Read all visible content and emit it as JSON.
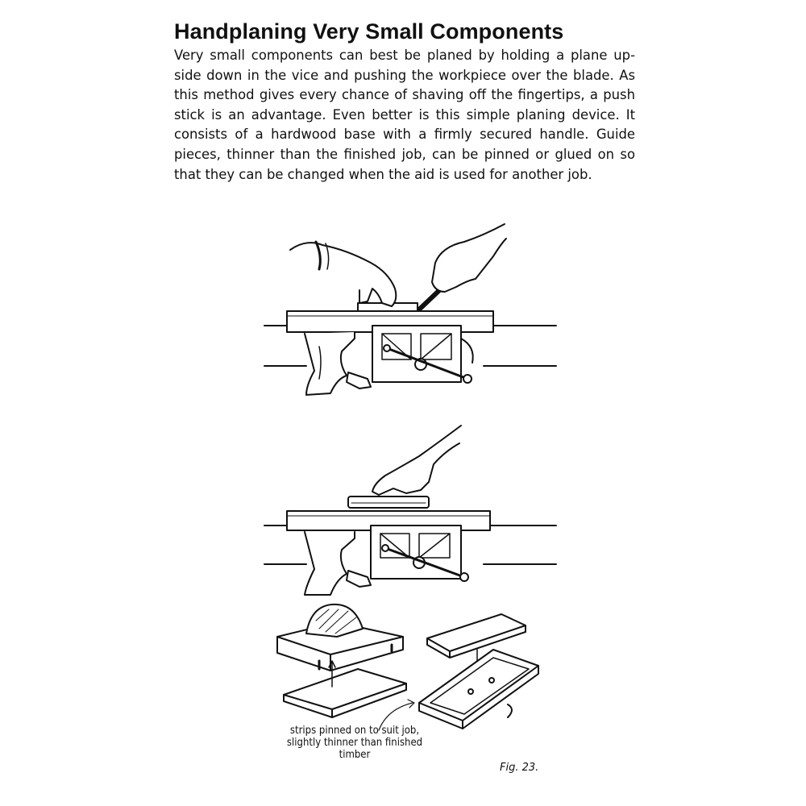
{
  "heading": "Handplaning Very Small Components",
  "body": "Very small components can best be planed by holding a plane up-side down in the vice and pushing the workpiece over the blade. As this method gives every chance of shaving off the fingertips, a push stick is an advantage. Even better is this simple planing device. It consists of a hardwood base with a firmly secured handle. Guide pieces, thinner than the finished job, can be pinned or glued on so that they can be changed when the aid is used for another job.",
  "caption_lines": [
    "strips pinned on to suit job,",
    "slightly thinner than finished",
    "timber"
  ],
  "figure_label": "Fig. 23."
}
